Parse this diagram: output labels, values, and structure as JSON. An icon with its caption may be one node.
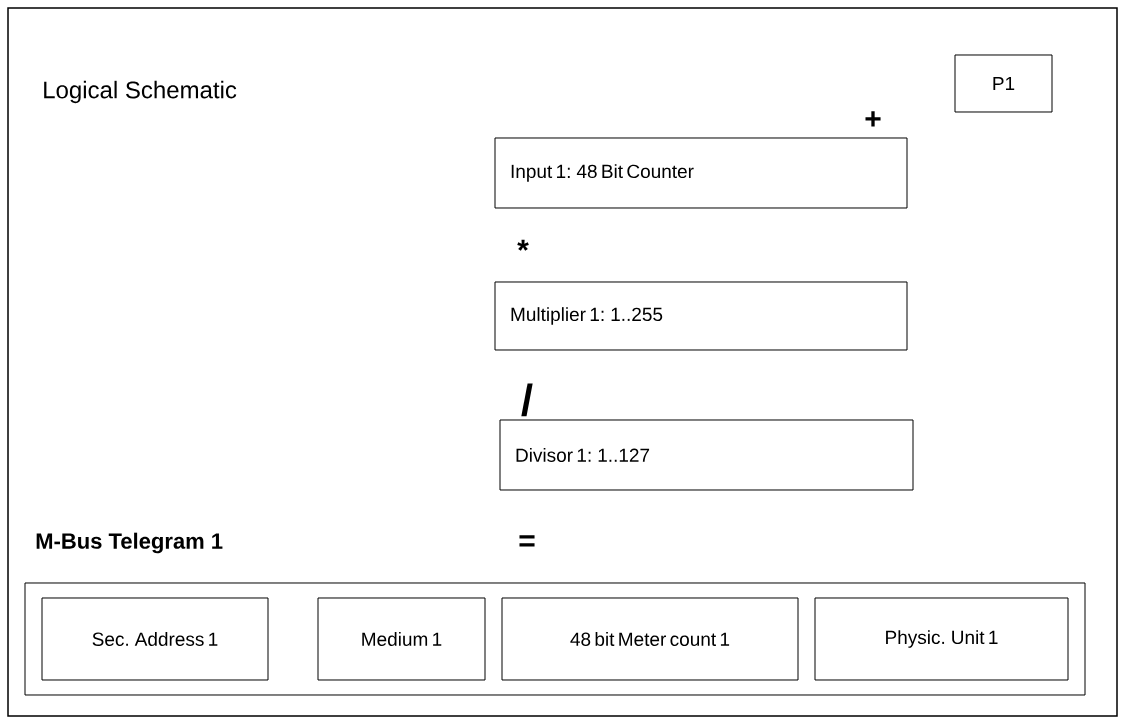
{
  "diagram": {
    "title": "Logical Schematic",
    "nodes": [
      {
        "text": [
          "P1"
        ]
      },
      {
        "text": [
          "Input 1: 48 Bit Counter"
        ]
      },
      {
        "text": [
          "Multiplier 1:  1..255"
        ]
      },
      {
        "text": [
          "Divisor 1:  1..127"
        ]
      },
      {
        "text": [
          "M-Bus Telegram 1"
        ]
      },
      {
        "text": [
          "Sec. Address 1"
        ],
        "in": 4
      },
      {
        "text": [
          "Medium 1"
        ],
        "in": 4
      },
      {
        "text": [
          "48 bit Meter count 1"
        ],
        "in": 4
      },
      {
        "text": [
          "Physic. Unit 1"
        ],
        "in": 4
      }
    ],
    "edges": [],
    "labels": [
      "+",
      "*",
      "/",
      "="
    ]
  }
}
